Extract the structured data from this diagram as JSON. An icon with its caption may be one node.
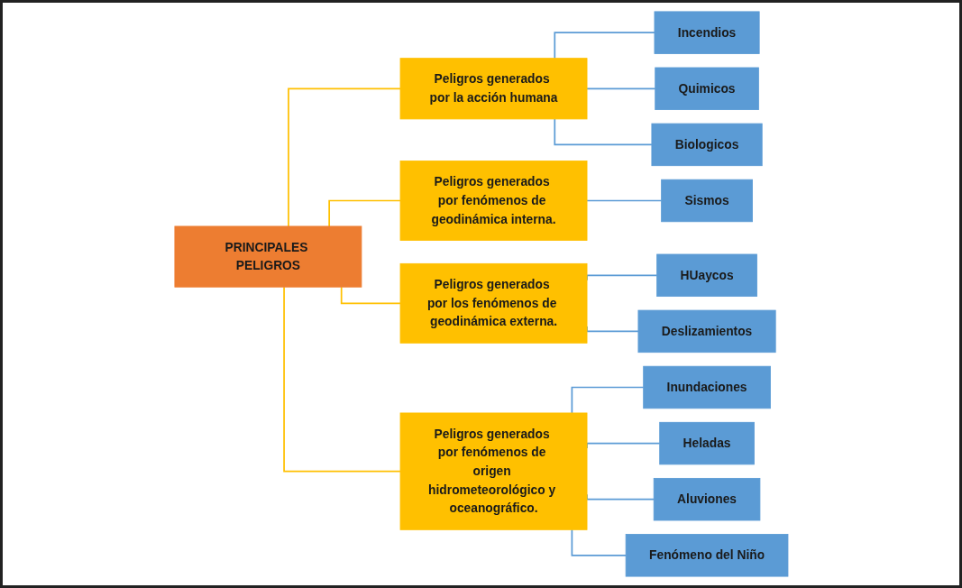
{
  "diagram": {
    "nodes": [
      {
        "text": [
          "PRINCIPALES PELIGROS"
        ]
      },
      {
        "text": [
          "Peligros generados por la acción humana"
        ]
      },
      {
        "text": [
          "Incendios"
        ]
      },
      {
        "text": [
          "Quimicos"
        ]
      },
      {
        "text": [
          "Biologicos"
        ]
      },
      {
        "text": [
          "Peligros generados por fenómenos de geodinámica interna."
        ]
      },
      {
        "text": [
          "Sismos"
        ]
      },
      {
        "text": [
          "Peligros generados por los fenómenos de geodinámica externa."
        ]
      },
      {
        "text": [
          "HUaycos"
        ]
      },
      {
        "text": [
          "Deslizamientos"
        ]
      },
      {
        "text": [
          "Peligros generados por fenómenos de origen hidrometeorológico y oceanográfico."
        ]
      },
      {
        "text": [
          "Inundaciones"
        ]
      },
      {
        "text": [
          "Heladas"
        ]
      },
      {
        "text": [
          "Aluviones"
        ]
      },
      {
        "text": [
          "Fenómeno del Niño"
        ]
      }
    ],
    "edges": [
      {
        "from": 0,
        "to": 1,
        "arrow": "none",
        "color": "#ffc000"
      },
      {
        "from": 1,
        "to": 2,
        "arrow": "none"
      },
      {
        "from": 1,
        "to": 3,
        "arrow": "none"
      },
      {
        "from": 1,
        "to": 4,
        "arrow": "none"
      },
      {
        "from": 0,
        "to": 5,
        "arrow": "none",
        "color": "#ffc000"
      },
      {
        "from": 5,
        "to": 6,
        "arrow": "none"
      },
      {
        "from": 0,
        "to": 7,
        "arrow": "none",
        "color": "#ffc000"
      },
      {
        "from": 7,
        "to": 8,
        "arrow": "none"
      },
      {
        "from": 7,
        "to": 9,
        "arrow": "none"
      },
      {
        "from": 0,
        "to": 10,
        "arrow": "none",
        "color": "#ffc000"
      },
      {
        "from": 10,
        "to": 11,
        "arrow": "none"
      },
      {
        "from": 10,
        "to": 12,
        "arrow": "none"
      },
      {
        "from": 10,
        "to": 13,
        "arrow": "none"
      },
      {
        "from": 10,
        "to": 14,
        "arrow": "none"
      }
    ]
  }
}
